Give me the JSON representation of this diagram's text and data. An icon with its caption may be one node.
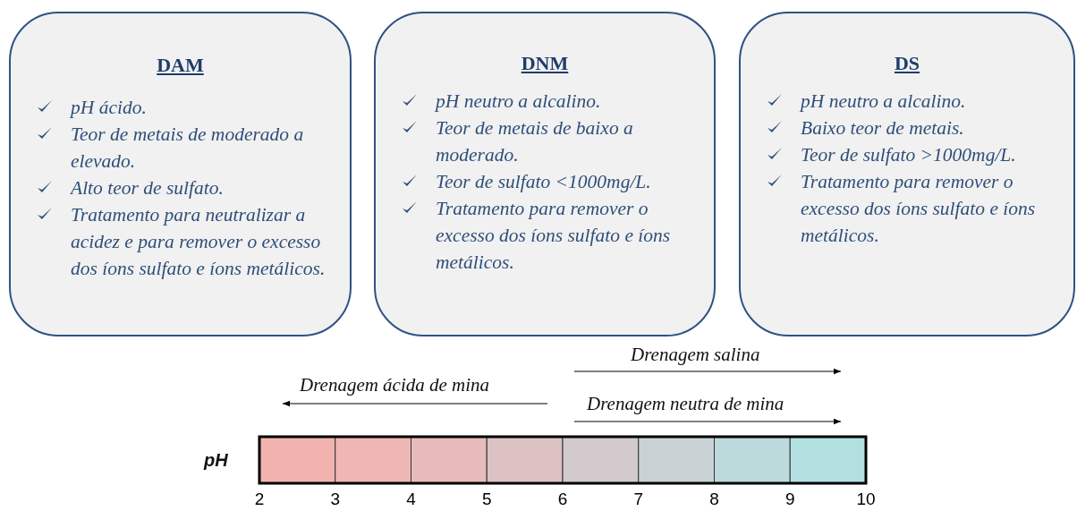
{
  "diagram": {
    "nodes": [
      {
        "text": [
          "DAM",
          "pH ácido.",
          "Teor de metais de moderado a elevado.",
          "Alto teor de sulfato.",
          "Tratamento para neutralizar a acidez e para remover o excesso dos íons sulfato e íons metálicos."
        ]
      },
      {
        "text": [
          "DNM",
          "pH neutro a alcalino.",
          "Teor de metais de baixo a moderado.",
          "Teor de sulfato <1000mg/L.",
          "Tratamento para remover o excesso dos íons sulfato e íons metálicos."
        ]
      },
      {
        "text": [
          "DS",
          "pH neutro a alcalino.",
          "Baixo teor de metais.",
          "Teor de sulfato >1000mg/L.",
          "Tratamento para remover o excesso dos íons sulfato e íons metálicos."
        ]
      }
    ],
    "labels": [
      "Drenagem salina",
      "Drenagem ácida de mina",
      "Drenagem neutra de mina",
      "pH",
      "2",
      "3",
      "4",
      "5",
      "6",
      "7",
      "8",
      "9",
      "10"
    ]
  }
}
